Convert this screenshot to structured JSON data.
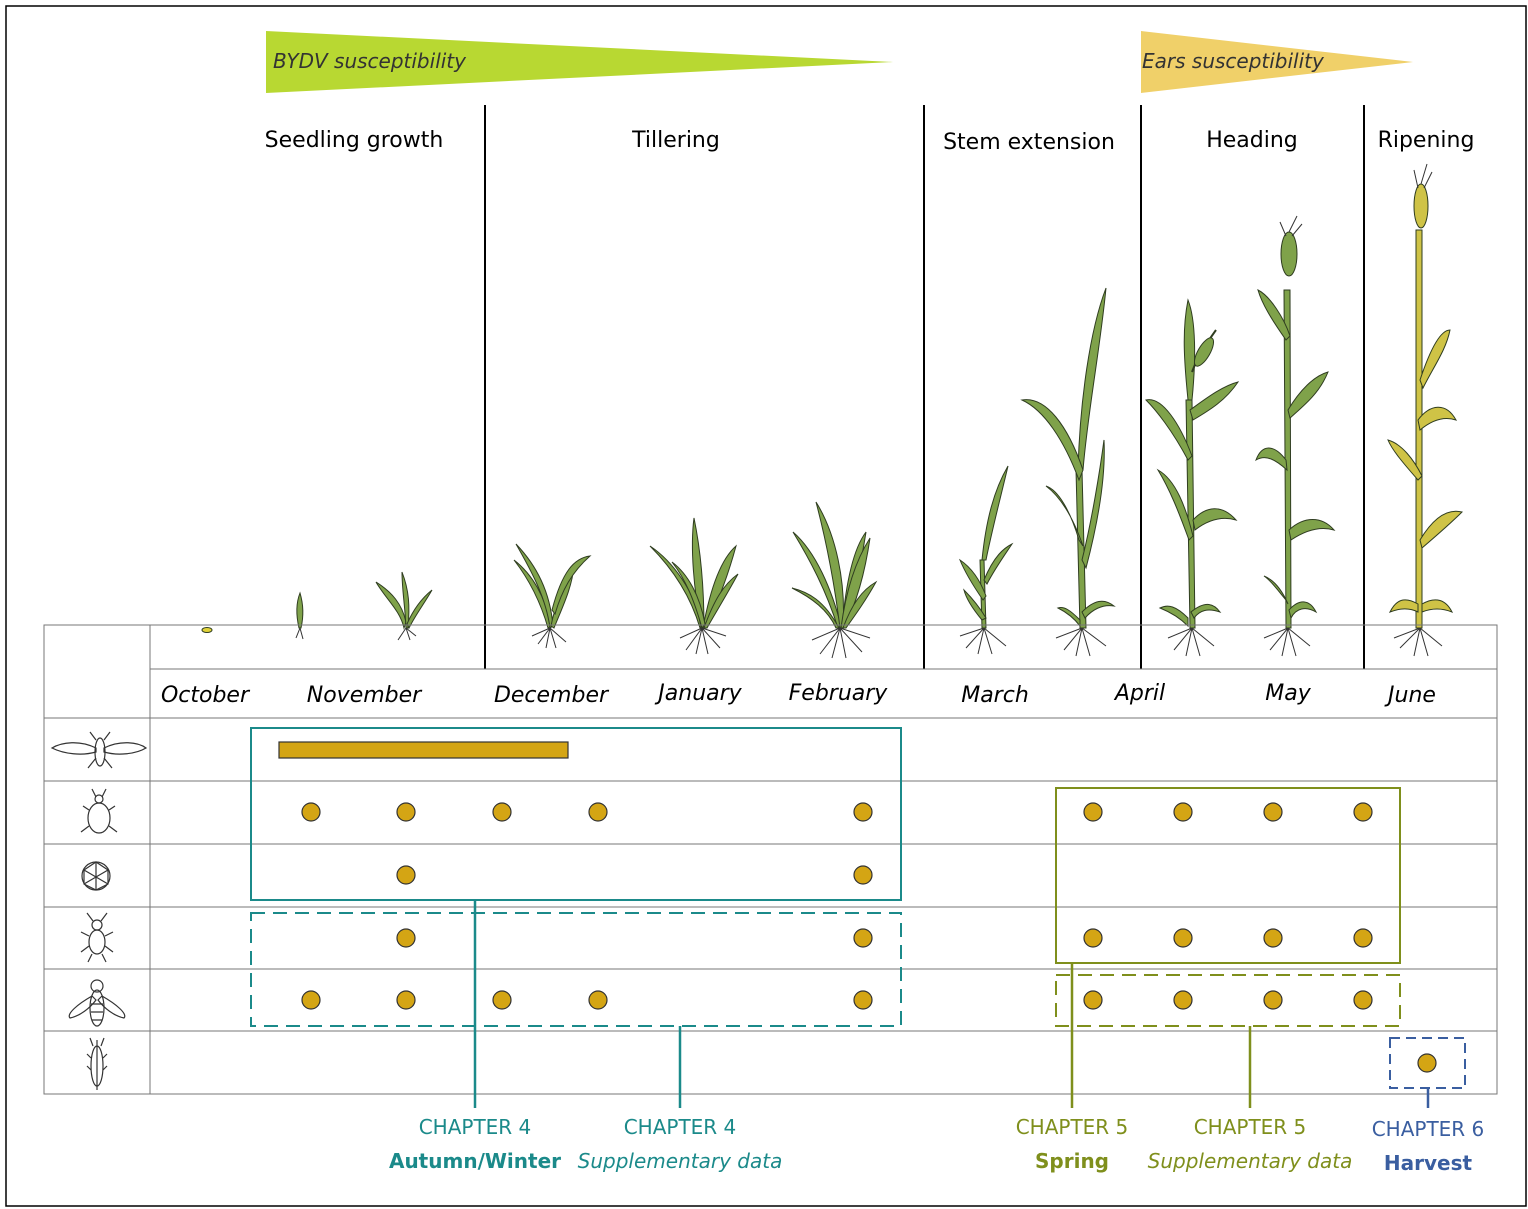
{
  "susceptibility": {
    "bydv": {
      "label": "BYDV susceptibility",
      "color": "#b8d832"
    },
    "ears": {
      "label": "Ears susceptibility",
      "color": "#f0d069"
    }
  },
  "stages": [
    "Seedling growth",
    "Tillering",
    "Stem extension",
    "Heading",
    "Ripening"
  ],
  "months": [
    "October",
    "November",
    "December",
    "January",
    "February",
    "March",
    "April",
    "May",
    "June"
  ],
  "rows": [
    {
      "icon": "winged-aphid-icon"
    },
    {
      "icon": "aphid-icon"
    },
    {
      "icon": "virus-particle-icon"
    },
    {
      "icon": "predator-beetle-icon"
    },
    {
      "icon": "hoverfly-icon"
    },
    {
      "icon": "wheat-ear-icon"
    }
  ],
  "markers": {
    "bar_row": 0,
    "bar_months": [
      "November",
      "December"
    ],
    "dot_color": "#d4a514",
    "bar_color": "#d4a514"
  },
  "chapters": [
    {
      "id": "ch4-main",
      "number": "CHAPTER 4",
      "label": "Autumn/Winter",
      "style": "bold",
      "color": "#1b8a8a"
    },
    {
      "id": "ch4-supp",
      "number": "CHAPTER 4",
      "label": "Supplementary data",
      "style": "italic",
      "color": "#1b8a8a"
    },
    {
      "id": "ch5-main",
      "number": "CHAPTER 5",
      "label": "Spring",
      "style": "bold",
      "color": "#7f8f1c"
    },
    {
      "id": "ch5-supp",
      "number": "CHAPTER 5",
      "label": "Supplementary data",
      "style": "italic",
      "color": "#7f8f1c"
    },
    {
      "id": "ch6-main",
      "number": "CHAPTER 6",
      "label": "Harvest",
      "style": "bold",
      "color": "#3a5ea0"
    }
  ],
  "colors": {
    "plant_green": "#7fa24a",
    "plant_ripe": "#cfc346",
    "teal": "#1b8a8a",
    "olive": "#7f8f1c",
    "blue": "#3a5ea0"
  }
}
